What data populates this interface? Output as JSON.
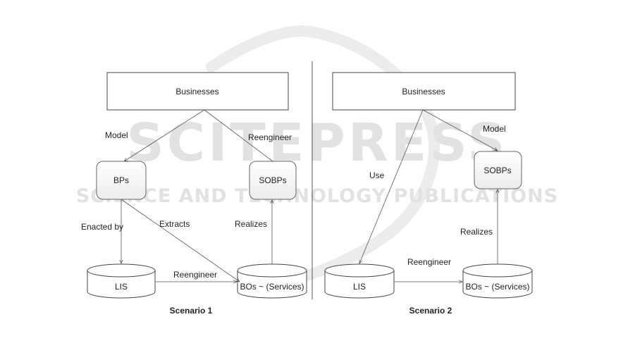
{
  "watermark": {
    "main": "SCITEPRESS",
    "sub": "SCIENCE AND TECHNOLOGY PUBLICATIONS"
  },
  "scenario1": {
    "businesses": "Businesses",
    "bps": "BPs",
    "sobps": "SOBPs",
    "lis": "LIS",
    "bos": "BOs ~ (Services)",
    "model": "Model",
    "reengineer_top": "Reengineer",
    "enacted_by": "Enacted by",
    "extracts": "Extracts",
    "realizes": "Realizes",
    "reengineer_bottom": "Reengineer",
    "caption": "Scenario 1"
  },
  "scenario2": {
    "businesses": "Businesses",
    "sobps": "SOBPs",
    "lis": "LIS",
    "bos": "BOs ~ (Services)",
    "model": "Model",
    "use": "Use",
    "realizes": "Realizes",
    "reengineer": "Reengineer",
    "caption": "Scenario 2"
  }
}
